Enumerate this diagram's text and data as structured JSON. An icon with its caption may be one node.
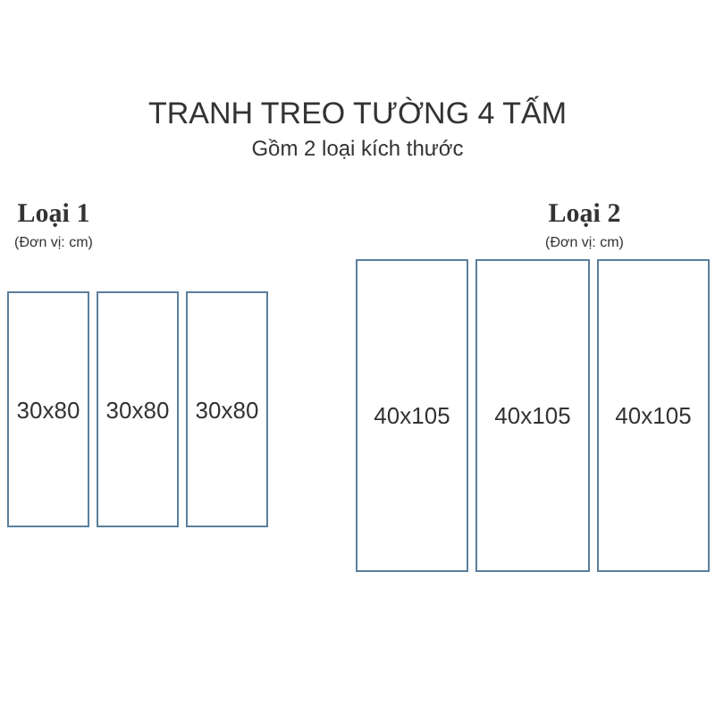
{
  "diagram": {
    "title": "TRANH TREO TƯỜNG 4 TẤM",
    "caption": "Gồm 2 loại kích thước",
    "nodes": [
      {
        "text": [
          "30x80"
        ]
      },
      {
        "text": [
          "30x80"
        ]
      },
      {
        "text": [
          "30x80"
        ]
      },
      {
        "text": [
          "40x105"
        ]
      },
      {
        "text": [
          "40x105"
        ]
      },
      {
        "text": [
          "40x105"
        ]
      }
    ],
    "edges": [],
    "labels": [
      "Loại 1",
      "(Đơn vị: cm)",
      "Loại 2",
      "(Đơn vị: cm)"
    ]
  }
}
